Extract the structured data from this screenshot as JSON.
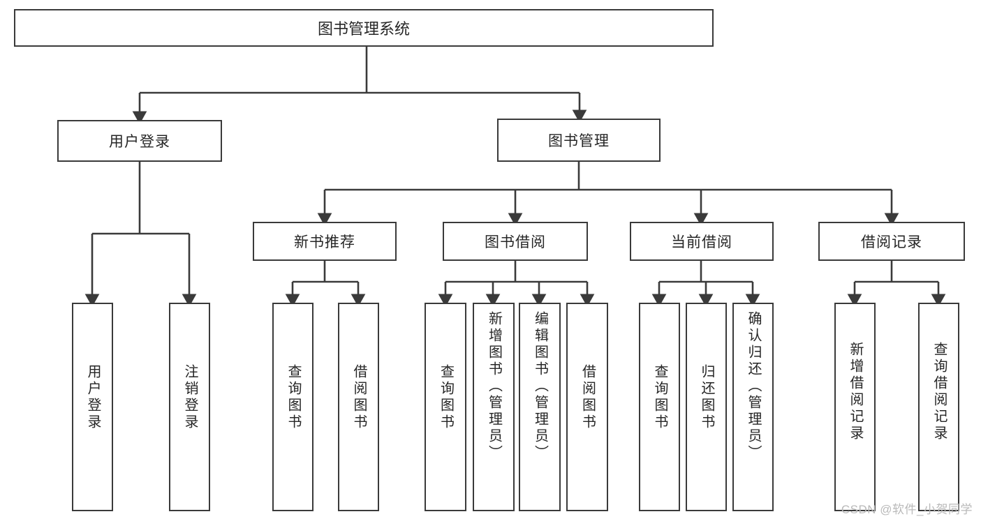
{
  "diagram": {
    "title": "图书管理系统",
    "type": "tree-hierarchy-diagram",
    "colors": {
      "box_border": "#3a3a3a",
      "box_fill": "#ffffff",
      "connector": "#3a3a3a",
      "text": "#262626",
      "watermark": "#b9b9b9",
      "background": "#ffffff"
    },
    "root": {
      "label": "图书管理系统"
    },
    "level1": [
      {
        "label": "用户登录"
      },
      {
        "label": "图书管理"
      }
    ],
    "level2": [
      {
        "label": "新书推荐"
      },
      {
        "label": "图书借阅"
      },
      {
        "label": "当前借阅"
      },
      {
        "label": "借阅记录"
      }
    ],
    "leaves": {
      "user_login": [
        {
          "label": "用户登录"
        },
        {
          "label": "注销登录"
        }
      ],
      "new_book_recommend": [
        {
          "label": "查询图书"
        },
        {
          "label": "借阅图书"
        }
      ],
      "book_borrow": [
        {
          "label": "查询图书"
        },
        {
          "label": "新增图书（管理员）"
        },
        {
          "label": "编辑图书（管理员）"
        },
        {
          "label": "借阅图书"
        }
      ],
      "current_borrow": [
        {
          "label": "查询图书"
        },
        {
          "label": "归还图书"
        },
        {
          "label": "确认归还（管理员）"
        }
      ],
      "borrow_record": [
        {
          "label": "新增借阅记录"
        },
        {
          "label": "查询借阅记录"
        }
      ]
    }
  },
  "watermark": {
    "text": "CSDN @软件_小贺同学"
  }
}
